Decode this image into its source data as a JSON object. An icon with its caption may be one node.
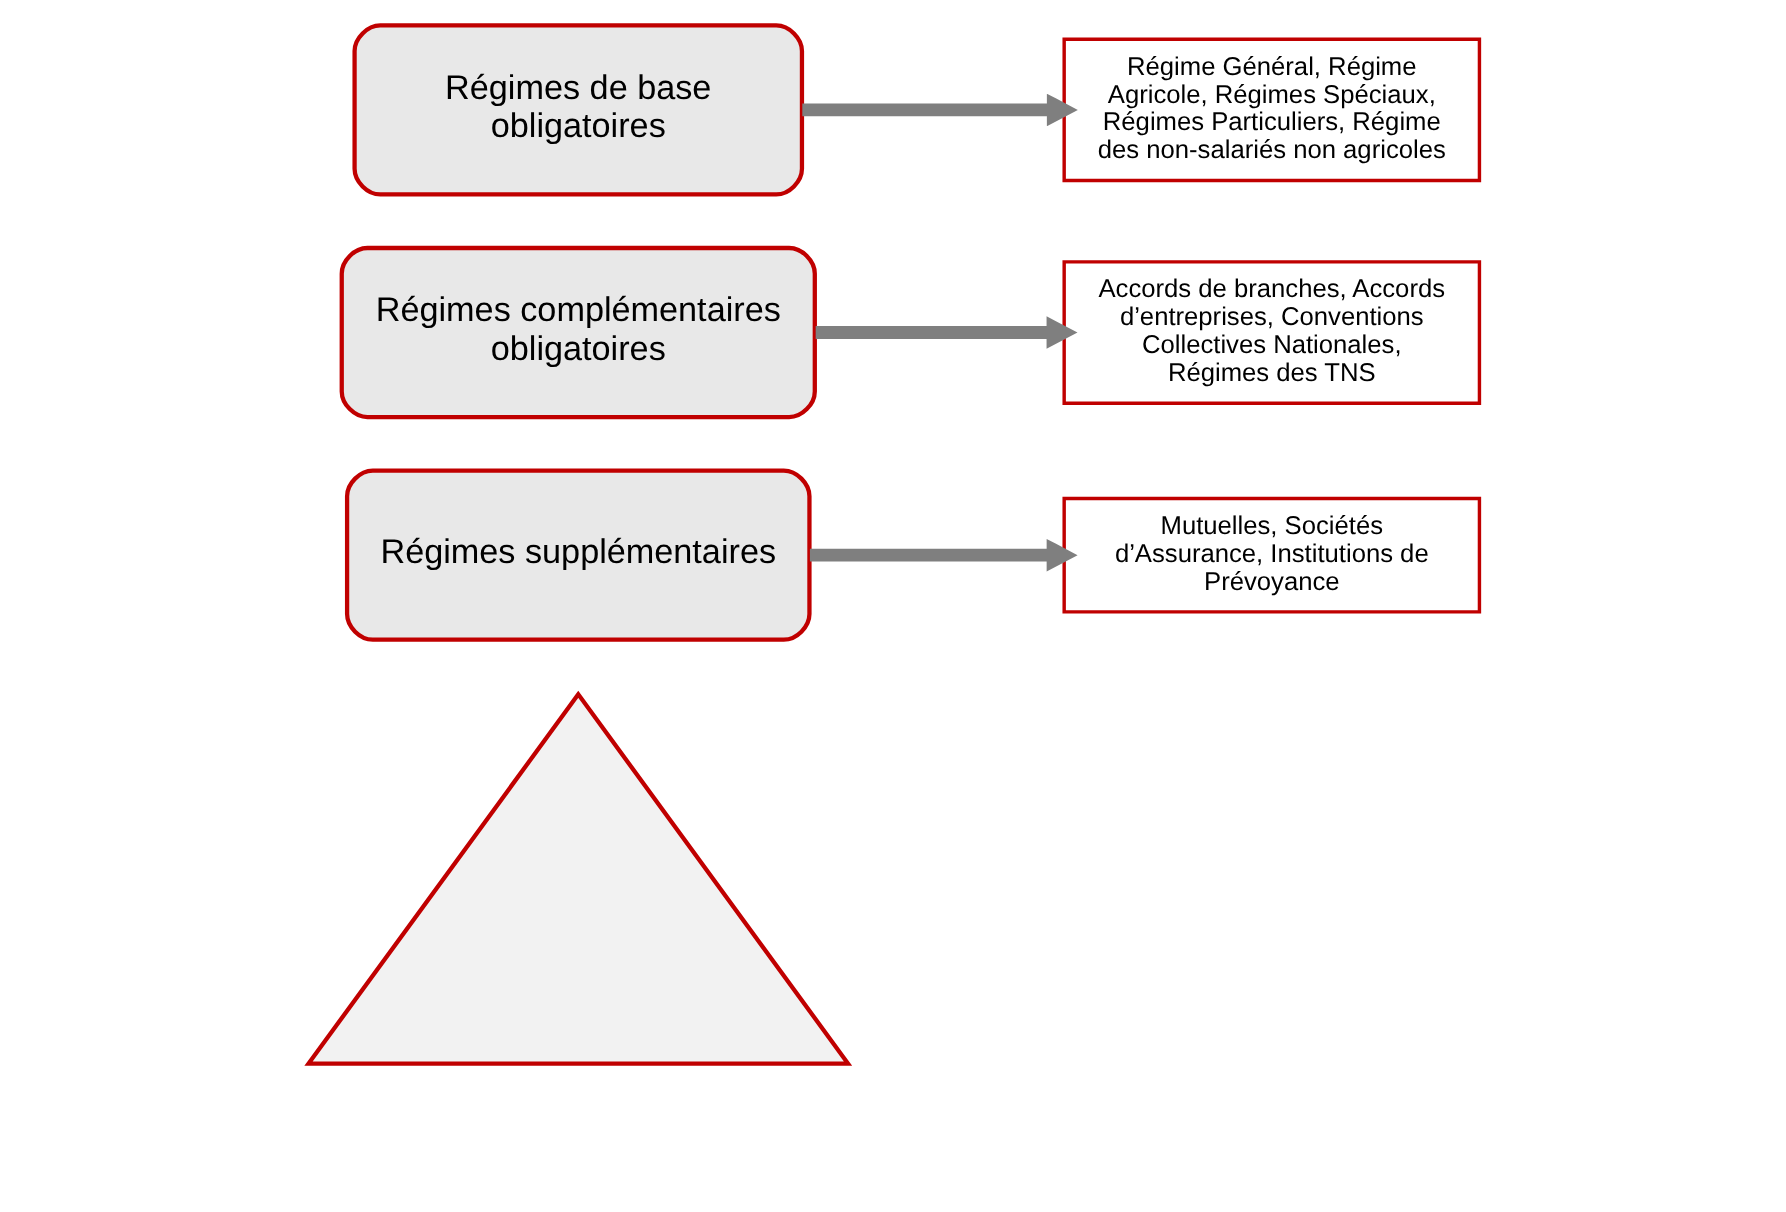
{
  "diagram": {
    "nodes": [
      {
        "text": [],
        "shape": "triangle"
      },
      {
        "text": [
          "Régimes supplémentaires"
        ]
      },
      {
        "text": [
          "Régimes complémentaires obligatoires"
        ]
      },
      {
        "text": [
          "Régimes de base obligatoires"
        ]
      },
      {
        "text": [
          "Mutuelles, Sociétés d’Assurance, Institutions de Prévoyance"
        ]
      },
      {
        "text": [
          "Accords de branches, Accords d’entreprises, Conventions Collectives Nationales, Régimes des TNS"
        ]
      },
      {
        "text": [
          "Régime Général, Régime Agricole, Régimes Spéciaux, Régimes Particuliers, Régime des non-salariés non agricoles"
        ]
      }
    ],
    "edges": [
      {
        "from": 1,
        "to": 4,
        "arrow": "to"
      },
      {
        "from": 2,
        "to": 5,
        "arrow": "to"
      },
      {
        "from": 3,
        "to": 6,
        "arrow": "to"
      }
    ]
  }
}
